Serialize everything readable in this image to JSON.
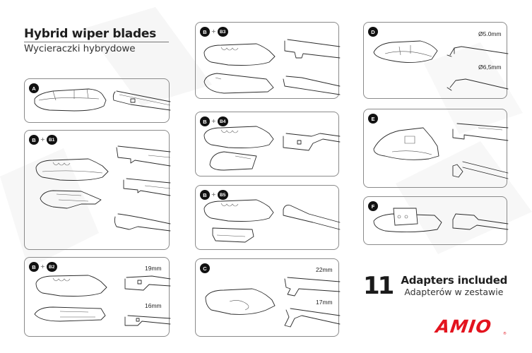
{
  "header": {
    "title": "Hybrid wiper blades",
    "subtitle": "Wycieraczki hybrydowe"
  },
  "panels": {
    "A": {
      "badges": [
        "A"
      ],
      "labels": []
    },
    "B_B1": {
      "badges": [
        "B",
        "B1"
      ],
      "labels": []
    },
    "B_B2": {
      "badges": [
        "B",
        "B2"
      ],
      "labels": [
        "19mm",
        "16mm"
      ]
    },
    "B_B3": {
      "badges": [
        "B",
        "B3"
      ],
      "labels": []
    },
    "B_B4": {
      "badges": [
        "B",
        "B4"
      ],
      "labels": []
    },
    "B_B5": {
      "badges": [
        "B",
        "B5"
      ],
      "labels": []
    },
    "C": {
      "badges": [
        "C"
      ],
      "labels": [
        "22mm",
        "17mm"
      ]
    },
    "D": {
      "badges": [
        "D"
      ],
      "labels": [
        "Ø5.0mm",
        "Ø6,5mm"
      ]
    },
    "E": {
      "badges": [
        "E"
      ],
      "labels": []
    },
    "F": {
      "badges": [
        "F"
      ],
      "labels": []
    }
  },
  "separator": "+",
  "adapters": {
    "count": "11",
    "title": "Adapters included",
    "subtitle": "Adapterów w zestawie"
  },
  "brand": {
    "logo_text": "AMIO",
    "registered": "®",
    "color": "#e3131e"
  }
}
